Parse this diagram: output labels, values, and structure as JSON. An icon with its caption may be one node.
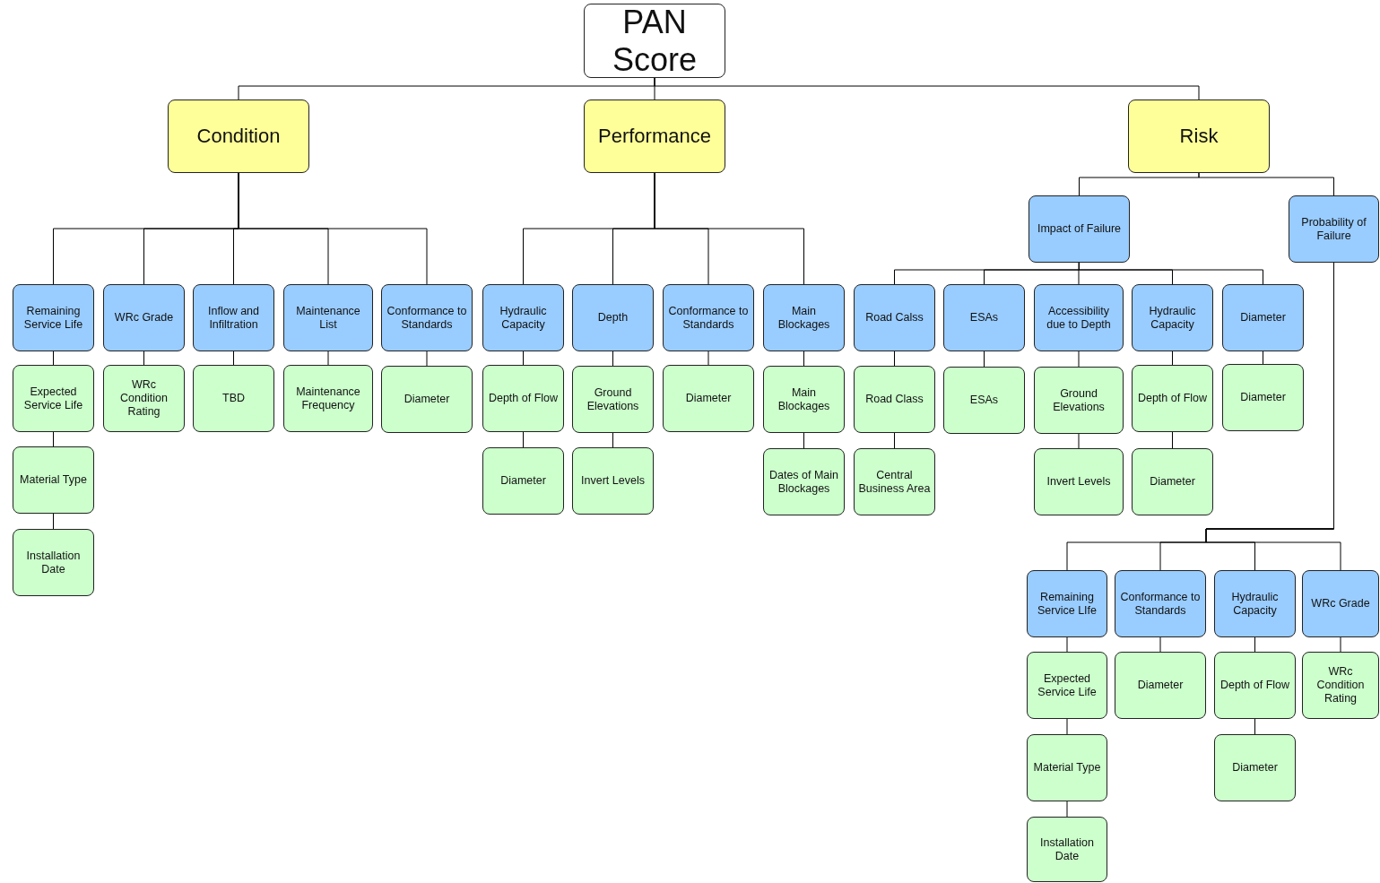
{
  "diagram": {
    "nodes": [
      {
        "text": [
          "PAN Score"
        ]
      },
      {
        "text": [
          "Condition"
        ]
      },
      {
        "text": [
          "Performance"
        ]
      },
      {
        "text": [
          "Risk"
        ]
      },
      {
        "text": [
          "Remaining Service Life"
        ]
      },
      {
        "text": [
          "WRc Grade"
        ]
      },
      {
        "text": [
          "Inflow and Infiltration"
        ]
      },
      {
        "text": [
          "Maintenance List"
        ]
      },
      {
        "text": [
          "Conformance to Standards"
        ]
      },
      {
        "text": [
          "Expected Service Life"
        ]
      },
      {
        "text": [
          "WRc Condition Rating"
        ]
      },
      {
        "text": [
          "TBD"
        ]
      },
      {
        "text": [
          "Maintenance Frequency"
        ]
      },
      {
        "text": [
          "Diameter"
        ]
      },
      {
        "text": [
          "Material Type"
        ]
      },
      {
        "text": [
          "Installation Date"
        ]
      },
      {
        "text": [
          "Hydraulic Capacity"
        ]
      },
      {
        "text": [
          "Depth"
        ]
      },
      {
        "text": [
          "Conformance to Standards"
        ]
      },
      {
        "text": [
          "Main Blockages"
        ]
      },
      {
        "text": [
          "Depth of Flow"
        ]
      },
      {
        "text": [
          "Ground Elevations"
        ]
      },
      {
        "text": [
          "Diameter"
        ]
      },
      {
        "text": [
          "Main Blockages"
        ]
      },
      {
        "text": [
          "Diameter"
        ]
      },
      {
        "text": [
          "Invert Levels"
        ]
      },
      {
        "text": [
          "Dates of Main Blockages"
        ]
      },
      {
        "text": [
          "Impact of Failure"
        ]
      },
      {
        "text": [
          "Probability of Failure"
        ]
      },
      {
        "text": [
          "Road Calss"
        ]
      },
      {
        "text": [
          "ESAs"
        ]
      },
      {
        "text": [
          "Accessibility due to Depth"
        ]
      },
      {
        "text": [
          "Hydraulic Capacity"
        ]
      },
      {
        "text": [
          "Diameter"
        ]
      },
      {
        "text": [
          "Road Class"
        ]
      },
      {
        "text": [
          "ESAs"
        ]
      },
      {
        "text": [
          "Ground Elevations"
        ]
      },
      {
        "text": [
          "Depth of Flow"
        ]
      },
      {
        "text": [
          "Diameter"
        ]
      },
      {
        "text": [
          "Central Business Area"
        ]
      },
      {
        "text": [
          "Invert Levels"
        ]
      },
      {
        "text": [
          "Diameter"
        ]
      },
      {
        "text": [
          "Remaining Service LIfe"
        ]
      },
      {
        "text": [
          "Conformance to Standards"
        ]
      },
      {
        "text": [
          "Hydraulic Capacity"
        ]
      },
      {
        "text": [
          "WRc Grade"
        ]
      },
      {
        "text": [
          "Expected Service Life"
        ]
      },
      {
        "text": [
          "Diameter"
        ]
      },
      {
        "text": [
          "Depth of Flow"
        ]
      },
      {
        "text": [
          "WRc Condition Rating"
        ]
      },
      {
        "text": [
          "Material Type"
        ]
      },
      {
        "text": [
          "Diameter"
        ]
      },
      {
        "text": [
          "Installation Date"
        ]
      }
    ],
    "edges": [
      {
        "from": 0,
        "to": 1,
        "arrow": "none"
      },
      {
        "from": 0,
        "to": 2,
        "arrow": "none"
      },
      {
        "from": 0,
        "to": 3,
        "arrow": "none"
      },
      {
        "from": 1,
        "to": 4,
        "arrow": "none"
      },
      {
        "from": 1,
        "to": 5,
        "arrow": "none"
      },
      {
        "from": 1,
        "to": 6,
        "arrow": "none"
      },
      {
        "from": 1,
        "to": 7,
        "arrow": "none"
      },
      {
        "from": 1,
        "to": 8,
        "arrow": "none"
      },
      {
        "from": 4,
        "to": 9,
        "arrow": "none"
      },
      {
        "from": 9,
        "to": 14,
        "arrow": "none"
      },
      {
        "from": 14,
        "to": 15,
        "arrow": "none"
      },
      {
        "from": 5,
        "to": 10,
        "arrow": "none"
      },
      {
        "from": 6,
        "to": 11,
        "arrow": "none"
      },
      {
        "from": 7,
        "to": 12,
        "arrow": "none"
      },
      {
        "from": 8,
        "to": 13,
        "arrow": "none"
      },
      {
        "from": 2,
        "to": 16,
        "arrow": "none"
      },
      {
        "from": 2,
        "to": 17,
        "arrow": "none"
      },
      {
        "from": 2,
        "to": 18,
        "arrow": "none"
      },
      {
        "from": 2,
        "to": 19,
        "arrow": "none"
      },
      {
        "from": 16,
        "to": 20,
        "arrow": "none"
      },
      {
        "from": 20,
        "to": 24,
        "arrow": "none"
      },
      {
        "from": 17,
        "to": 21,
        "arrow": "none"
      },
      {
        "from": 21,
        "to": 25,
        "arrow": "none"
      },
      {
        "from": 18,
        "to": 22,
        "arrow": "none"
      },
      {
        "from": 19,
        "to": 23,
        "arrow": "none"
      },
      {
        "from": 23,
        "to": 26,
        "arrow": "none"
      },
      {
        "from": 3,
        "to": 27,
        "arrow": "none"
      },
      {
        "from": 3,
        "to": 28,
        "arrow": "none"
      },
      {
        "from": 27,
        "to": 29,
        "arrow": "none"
      },
      {
        "from": 27,
        "to": 30,
        "arrow": "none"
      },
      {
        "from": 27,
        "to": 31,
        "arrow": "none"
      },
      {
        "from": 27,
        "to": 32,
        "arrow": "none"
      },
      {
        "from": 27,
        "to": 33,
        "arrow": "none"
      },
      {
        "from": 29,
        "to": 34,
        "arrow": "none"
      },
      {
        "from": 34,
        "to": 39,
        "arrow": "none"
      },
      {
        "from": 30,
        "to": 35,
        "arrow": "none"
      },
      {
        "from": 31,
        "to": 36,
        "arrow": "none"
      },
      {
        "from": 36,
        "to": 40,
        "arrow": "none"
      },
      {
        "from": 32,
        "to": 37,
        "arrow": "none"
      },
      {
        "from": 37,
        "to": 41,
        "arrow": "none"
      },
      {
        "from": 33,
        "to": 38,
        "arrow": "none"
      },
      {
        "from": 28,
        "to": 42,
        "arrow": "none"
      },
      {
        "from": 28,
        "to": 43,
        "arrow": "none"
      },
      {
        "from": 28,
        "to": 44,
        "arrow": "none"
      },
      {
        "from": 28,
        "to": 45,
        "arrow": "none"
      },
      {
        "from": 42,
        "to": 46,
        "arrow": "none"
      },
      {
        "from": 46,
        "to": 50,
        "arrow": "none"
      },
      {
        "from": 50,
        "to": 52,
        "arrow": "none"
      },
      {
        "from": 43,
        "to": 47,
        "arrow": "none"
      },
      {
        "from": 44,
        "to": 48,
        "arrow": "none"
      },
      {
        "from": 48,
        "to": 51,
        "arrow": "none"
      },
      {
        "from": 45,
        "to": 49,
        "arrow": "none"
      }
    ]
  }
}
